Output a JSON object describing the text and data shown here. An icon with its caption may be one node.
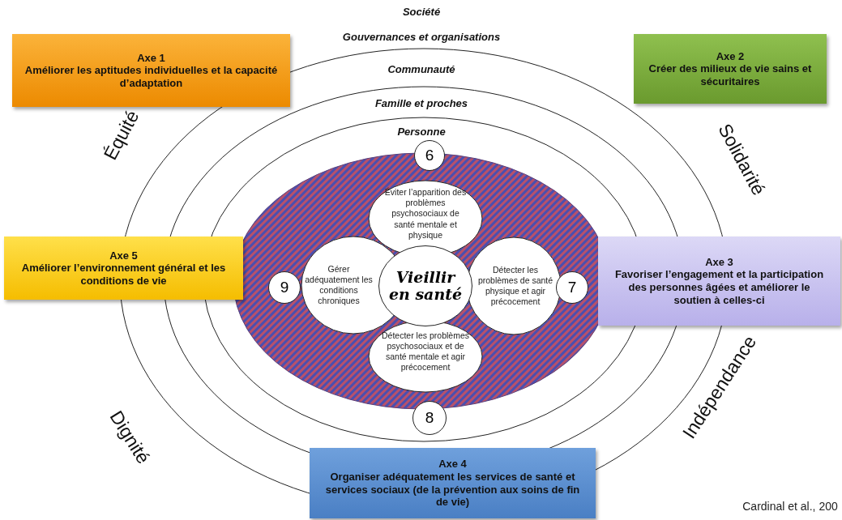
{
  "diagram": {
    "nodes": [
      {
        "text": [
          "Axe 1",
          "Améliorer les aptitudes individuelles et la capacité d’adaptation"
        ]
      },
      {
        "text": [
          "Axe 2",
          "Créer des milieux de vie sains et sécuritaires"
        ]
      },
      {
        "text": [
          "Axe 5",
          "Améliorer l’environnement général et les conditions de vie"
        ]
      },
      {
        "text": [
          "Axe 3",
          "Favoriser l’engagement et la participation des personnes âgées et améliorer le soutien à celles-ci"
        ]
      },
      {
        "text": [
          "Axe 4",
          "Organiser adéquatement les services de santé et services sociaux (de la prévention aux soins de fin de vie)"
        ]
      },
      {
        "text": [
          "Éviter l’apparition des problèmes psychosociaux de santé mentale et physique"
        ]
      },
      {
        "text": [
          "Détecter les problèmes de santé physique et agir précocement"
        ]
      },
      {
        "text": [
          "Détecter les problèmes psychosociaux et de santé mentale et agir précocement"
        ]
      },
      {
        "text": [
          "Gérer adéquatement les conditions chroniques"
        ]
      },
      {
        "text": [
          "Vieillir en santé"
        ]
      },
      {
        "text": [
          "6"
        ]
      },
      {
        "text": [
          "7"
        ]
      },
      {
        "text": [
          "8"
        ]
      },
      {
        "text": [
          "9"
        ]
      }
    ],
    "labels": [
      "Société",
      "Gouvernances et organisations",
      "Communauté",
      "Famille et proches",
      "Personne",
      "Équité",
      "Solidarité",
      "Dignité",
      "Indépendance",
      "Cardinal et al., 200"
    ]
  }
}
